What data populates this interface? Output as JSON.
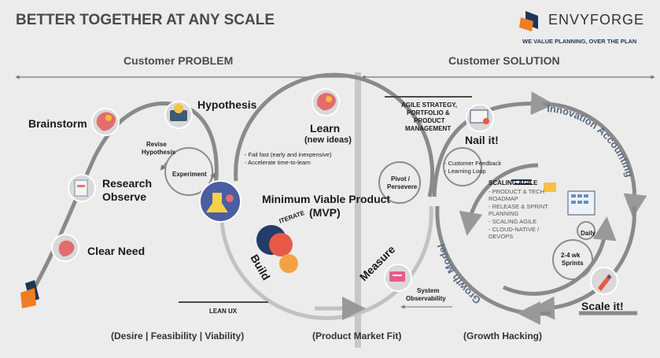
{
  "title": "BETTER TOGETHER AT ANY SCALE",
  "brand": {
    "name": "ENVYFORGE",
    "tagline": "WE VALUE PLANNING, OVER THE PLAN"
  },
  "sections": {
    "problem": "Customer PROBLEM",
    "solution": "Customer SOLUTION"
  },
  "left_stages": {
    "clear_need": "Clear Need",
    "research": "Research",
    "observe": "Observe",
    "brainstorm": "Brainstorm",
    "hypothesis": "Hypothesis",
    "revise_1": "Revise",
    "revise_2": "Hypothesis",
    "experiment": "Experiment"
  },
  "middle": {
    "learn": "Learn",
    "learn_sub": "(new ideas)",
    "notes": [
      "- Fail fast (early and inexpensive)",
      "- Accelerate time-to-learn"
    ],
    "mvp_1": "Minimum Viable Product",
    "mvp_2": "(MVP)",
    "iterate": "ITERATE",
    "build": "Build",
    "measure": "Measure",
    "pivot_1": "Pivot /",
    "pivot_2": "Persevere",
    "system_obs_1": "System",
    "system_obs_2": "Observability",
    "lean_ux": "LEAN UX"
  },
  "right": {
    "agile": [
      "AGILE STRATEGY,",
      "PORTFOLIO &",
      "PRODUCT",
      "MANAGEMENT"
    ],
    "nail_it": "Nail it!",
    "nail_notes": [
      "- Customer Feedback",
      "- Learning Loop"
    ],
    "scaling_title": "SCALING AGILE",
    "scaling_items": [
      "- PRODUCT & TECH",
      "ROADMAP",
      "- RELEASE & SPRINT",
      "PLANNING",
      "- SCALING AGILE",
      "- CLOUD-NATIVE /",
      "DEVOPS"
    ],
    "daily": "Daily",
    "sprints_1": "2-4 wk",
    "sprints_2": "Sprints",
    "innovation": "Innovation Accounting",
    "growth_model": "Growth Model",
    "scale_it": "Scale it!"
  },
  "footer": {
    "left": "(Desire | Feasibility | Viability)",
    "middle": "(Product Market Fit)",
    "right": "(Growth Hacking)"
  },
  "icons": [
    "brainstorm-icon",
    "hypothesis-lightbulb-icon",
    "research-document-icon",
    "clear-need-icon",
    "experiment-flask-icon",
    "learn-brain-icon",
    "build-circles-icon",
    "measure-chat-icon",
    "nail-it-board-icon",
    "scale-it-rocket-icon",
    "kanban-board-icon",
    "logo-icon"
  ],
  "colors": {
    "brand_orange": "#ef7d23",
    "brand_navy": "#1f3555",
    "build_red": "#e85848",
    "build_orange": "#f5a142",
    "build_navy": "#233c6c"
  }
}
